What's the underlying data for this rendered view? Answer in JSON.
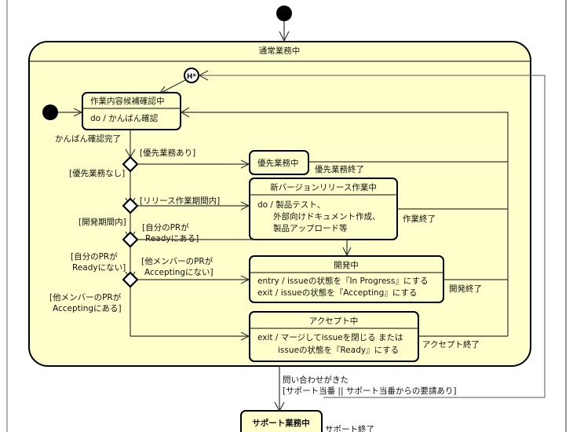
{
  "diagram": {
    "composite_state": {
      "name": "通常業務中"
    },
    "history_label": "H*",
    "states": {
      "candidate": {
        "name": "作業内容候補確認中",
        "activities": [
          "do / かんばん確認"
        ]
      },
      "priority": {
        "name": "優先業務中"
      },
      "release": {
        "name": "新バージョンリリース作業中",
        "activities": [
          "do / 製品テスト、",
          "外部向けドキュメント作成、",
          "製品アップロード等"
        ]
      },
      "dev": {
        "name": "開発中",
        "activities": [
          "entry / issueの状態を『In Progress』にする",
          "exit / issueの状態を『Accepting』にする"
        ]
      },
      "accept": {
        "name": "アクセプト中",
        "activities": [
          "exit / マージしてissueを閉じる または",
          "issueの状態を『Ready』にする"
        ]
      },
      "support": {
        "name": "サポート業務中"
      }
    },
    "transitions": {
      "kanban_done": "かんばん確認完了",
      "priority_yes": "[優先業務あり]",
      "priority_no": "[優先業務なし]",
      "release_in": "[リリース作業期間内]",
      "dev_in": "[開発期間内]",
      "own_pr_ready": [
        "[自分のPRが",
        "Readyにある]"
      ],
      "own_pr_not_ready": [
        "[自分のPRが",
        "Readyにない]"
      ],
      "other_pr_not_accepting": [
        "[他メンバーのPRが",
        "Acceptingにない]"
      ],
      "other_pr_accepting": [
        "[他メンバーのPRが",
        "Acceptingにある]"
      ],
      "priority_end": "優先業務終了",
      "work_end": "作業終了",
      "dev_end": "開発終了",
      "accept_end": "アクセプト終了",
      "inquiry": [
        "問い合わせがきた",
        "[サポート当番 || サポート当番からの要請あり]"
      ],
      "support_end": "サポート終了"
    }
  }
}
